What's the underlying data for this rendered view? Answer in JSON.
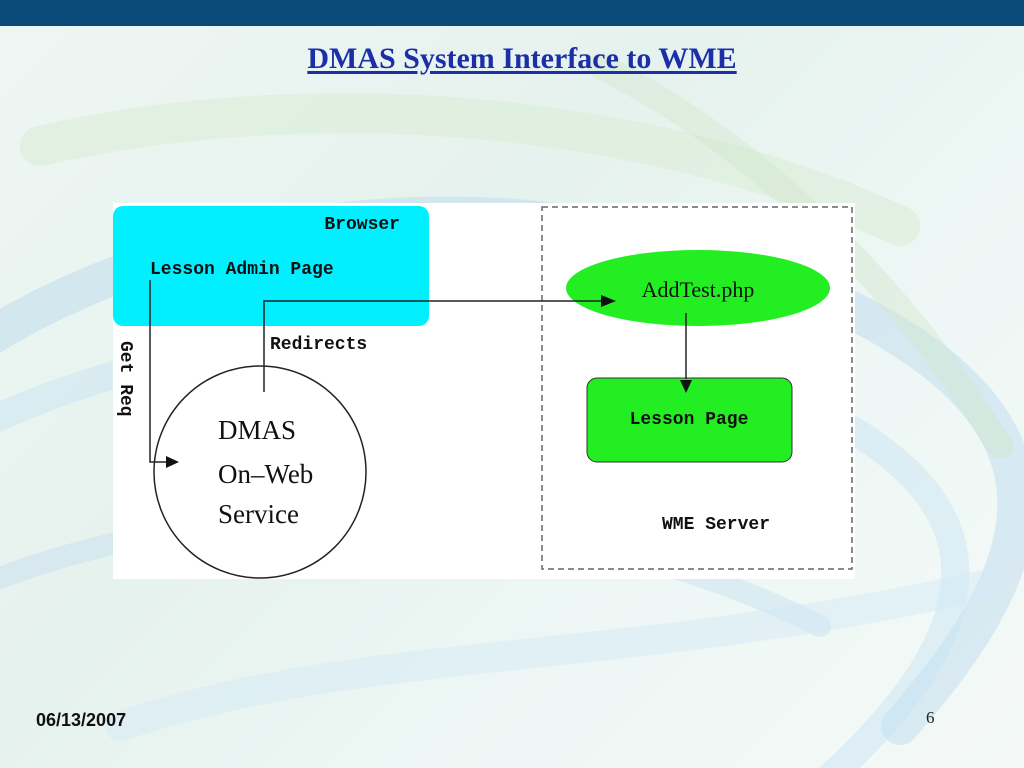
{
  "slide": {
    "title": "DMAS System Interface to WME",
    "date": "06/13/2007",
    "page_number": "6"
  },
  "diagram": {
    "browser": {
      "title": "Browser",
      "page": "Lesson Admin Page",
      "color": "#00f0ff"
    },
    "edge_labels": {
      "get_req": "Get Req",
      "redirects": "Redirects"
    },
    "dmas": {
      "lines": [
        "DMAS",
        "On–Web",
        "Service"
      ]
    },
    "addtest": {
      "label": "AddTest.php",
      "color": "#22ee22"
    },
    "lesson_page": {
      "label": "Lesson Page",
      "color": "#22ee22"
    },
    "wme_server": {
      "label": "WME Server"
    }
  },
  "colors": {
    "title": "#1b2fa8",
    "top_bar": "#0a4a78"
  }
}
